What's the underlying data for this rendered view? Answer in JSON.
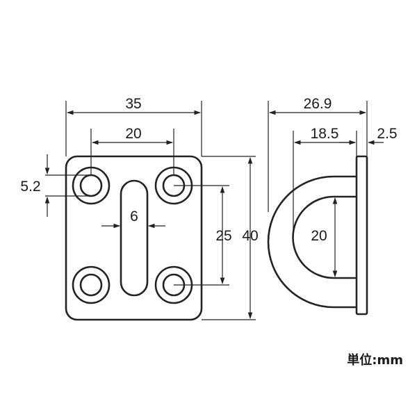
{
  "front_view": {
    "width_label": "35",
    "hole_spacing_label": "20",
    "hole_dia_label": "5.2",
    "slot_width_label": "6",
    "vertical_hole_spacing_label": "25",
    "height_label": "40"
  },
  "side_view": {
    "depth_label": "26.9",
    "inner_depth_label": "18.5",
    "plate_thickness_label": "2.5",
    "loop_inner_label": "20"
  },
  "unit_label": "単位:mm"
}
